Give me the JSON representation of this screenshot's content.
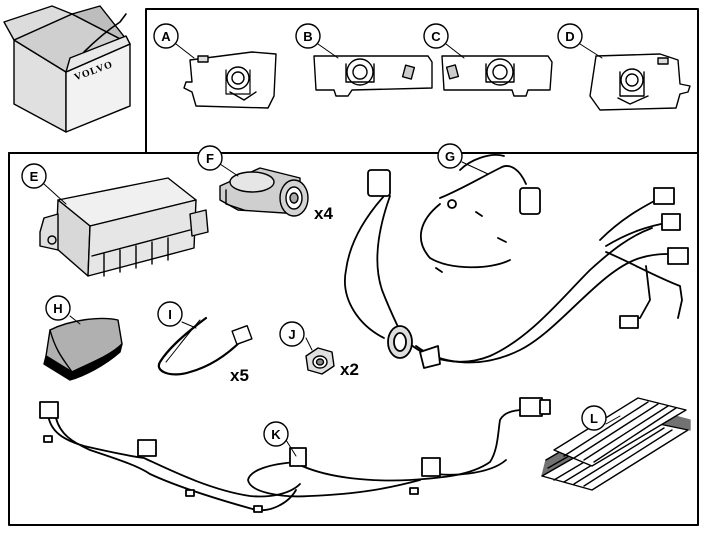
{
  "brand": "VOLVO",
  "parts": [
    {
      "label": "A"
    },
    {
      "label": "B"
    },
    {
      "label": "C"
    },
    {
      "label": "D"
    },
    {
      "label": "E"
    },
    {
      "label": "F",
      "qty": "x4"
    },
    {
      "label": "G"
    },
    {
      "label": "H"
    },
    {
      "label": "I",
      "qty": "x5"
    },
    {
      "label": "J",
      "qty": "x2"
    },
    {
      "label": "K"
    },
    {
      "label": "L"
    }
  ]
}
